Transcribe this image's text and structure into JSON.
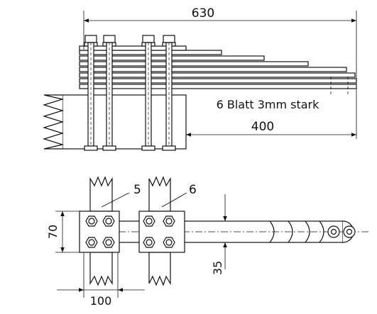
{
  "dimensions": {
    "overall_length": "630",
    "projection": "400",
    "side_height": "70",
    "plate_width": "100",
    "bar_width": "35"
  },
  "labels": {
    "spring_description": "6 Blatt 3mm stark",
    "block_left": "5",
    "block_right": "6"
  },
  "colors": {
    "line": "#111111",
    "background": "#ffffff"
  }
}
